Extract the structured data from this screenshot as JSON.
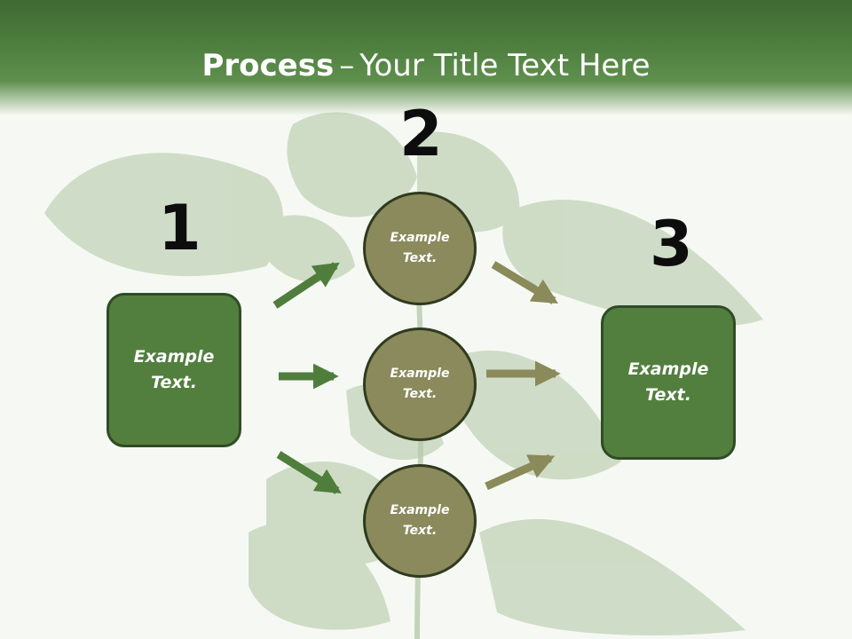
{
  "header": {
    "title_bold": "Process",
    "title_sep": "–",
    "title_rest": "Your Title Text Here"
  },
  "steps": {
    "step1_number": "1",
    "step2_number": "2",
    "step3_number": "3"
  },
  "left_box": {
    "text": "Example Text."
  },
  "right_box": {
    "text": "Example Text."
  },
  "circles": [
    {
      "text": "Example Text."
    },
    {
      "text": "Example Text."
    },
    {
      "text": "Example Text."
    }
  ],
  "colors": {
    "header_green": "#4f7f3f",
    "box_green": "#527f3e",
    "circle_olive": "#8b8a5c",
    "arrow_green": "#4f7d3c",
    "arrow_olive": "#8a8a5a"
  }
}
